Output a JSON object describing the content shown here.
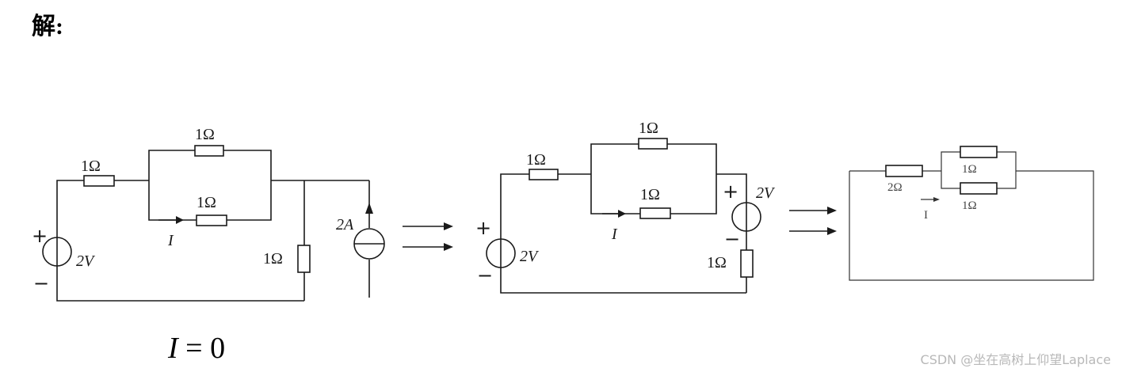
{
  "heading": "解:",
  "result": {
    "variable": "I",
    "equals": "=",
    "value": "0"
  },
  "watermark": "CSDN @坐在高树上仰望Laplace",
  "circuit1": {
    "r_left": "1Ω",
    "r_top": "1Ω",
    "r_mid": "1Ω",
    "r_shunt": "1Ω",
    "current_source": "2A",
    "voltage_source": "2V",
    "plus": "+",
    "minus": "−",
    "current_label": "I"
  },
  "circuit2": {
    "r_left": "1Ω",
    "r_top": "1Ω",
    "r_mid": "1Ω",
    "r_bottom": "1Ω",
    "voltage_source_left": "2V",
    "voltage_source_right": "2V",
    "plus_left": "+",
    "minus_left": "−",
    "plus_right": "+",
    "minus_right": "−",
    "current_label": "I"
  },
  "circuit3": {
    "r_series": "2Ω",
    "r_top": "1Ω",
    "r_bottom": "1Ω",
    "current_label": "I"
  }
}
